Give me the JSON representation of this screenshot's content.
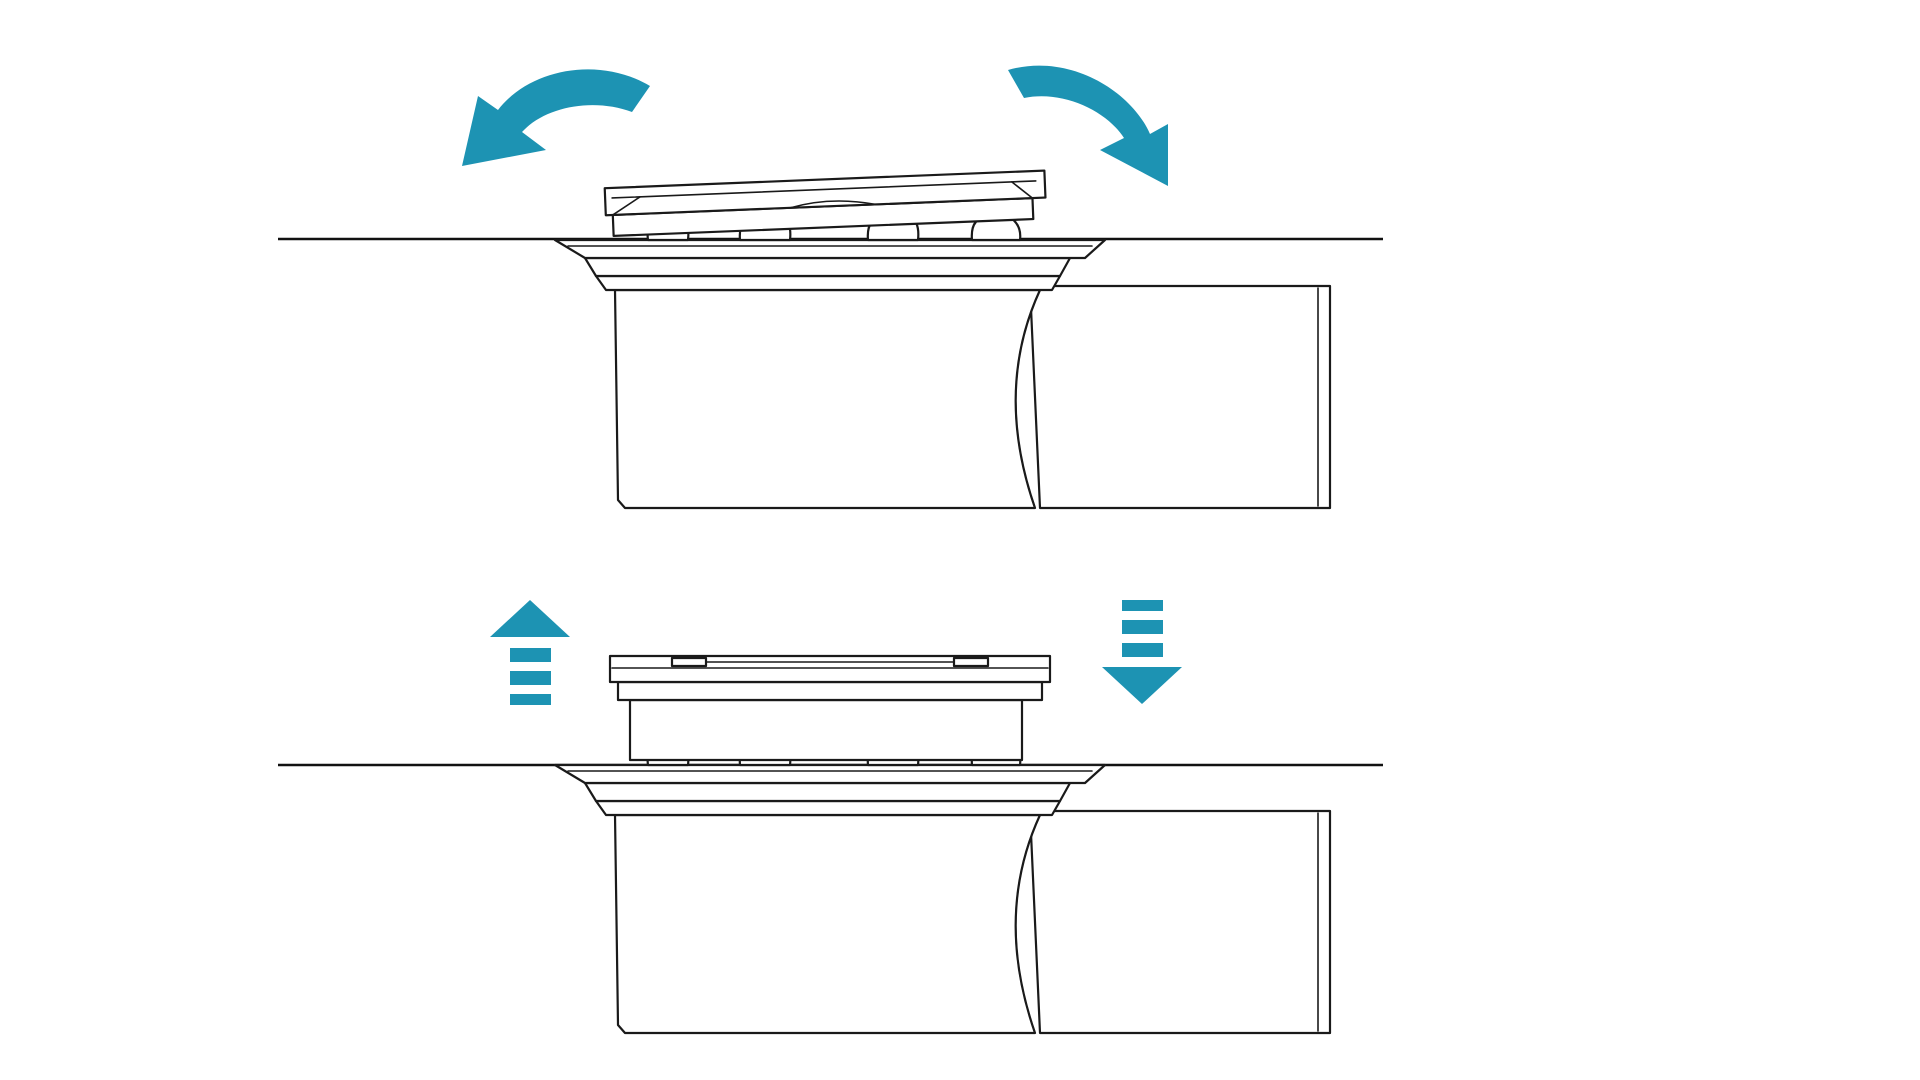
{
  "diagram": {
    "panels": [
      {
        "name": "tilting-grate-view",
        "grate_state": "tilted",
        "motion_icon": "rotate-arrows-icon"
      },
      {
        "name": "lifting-grate-view",
        "grate_state": "level",
        "motion_icon": "up-down-arrows-icon"
      }
    ]
  },
  "colors": {
    "accent": "#1d93b3",
    "stroke": "#1a1a1a",
    "background": "#ffffff"
  }
}
